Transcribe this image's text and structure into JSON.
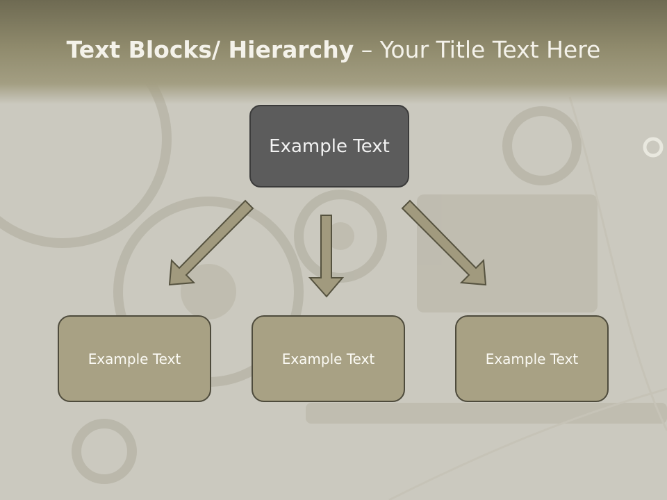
{
  "slide": {
    "title_bold": "Text Blocks/ Hierarchy",
    "title_sep": " – ",
    "title_rest": "Your Title Text Here"
  },
  "hierarchy": {
    "root": {
      "label": "Example Text"
    },
    "children": [
      {
        "label": "Example Text"
      },
      {
        "label": "Example Text"
      },
      {
        "label": "Example Text"
      }
    ]
  },
  "colors": {
    "title_band": "#8f8a6c",
    "root_fill": "#5c5c5c",
    "child_fill": "#a8a184",
    "arrow_fill": "#a19a7e",
    "arrow_stroke": "#55523f"
  }
}
